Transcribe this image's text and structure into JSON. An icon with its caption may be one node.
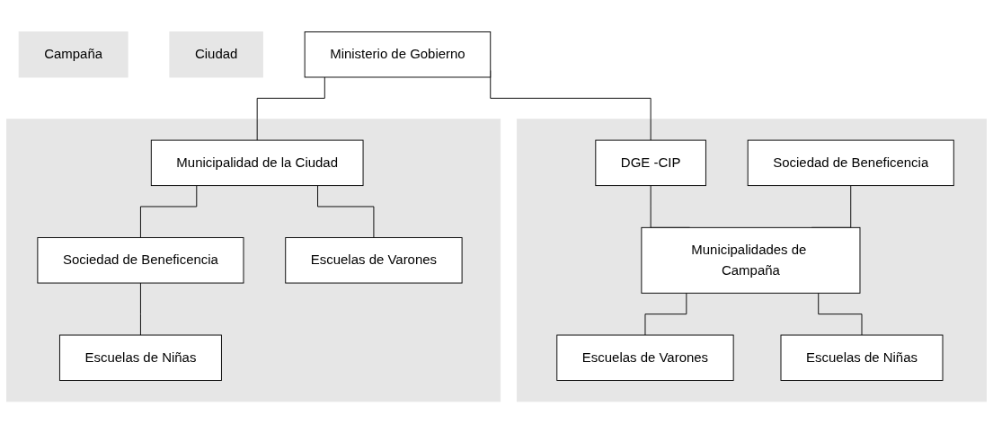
{
  "diagram": {
    "nodes": [
      {
        "text": [
          "Ministerio de Gobierno"
        ]
      },
      {
        "text": [
          "Ciudad"
        ]
      },
      {
        "text": [],
        "shape": "box"
      },
      {
        "text": [
          "Municipalidad de la Ciudad"
        ],
        "in": 2
      },
      {
        "text": [
          "Sociedad de Beneficencia"
        ],
        "in": 2
      },
      {
        "text": [
          "Escuelas de Varones"
        ],
        "in": 2
      },
      {
        "text": [
          "Escuelas de Niñas"
        ],
        "in": 2
      },
      {
        "text": [],
        "shape": "box"
      },
      {
        "text": [
          "DGE -CIP"
        ],
        "in": 7
      },
      {
        "text": [
          "Sociedad de Beneficencia"
        ],
        "in": 7
      },
      {
        "text": [
          "Municipalidades de Campaña"
        ],
        "in": 7
      },
      {
        "text": [
          "Escuelas de Varones"
        ],
        "in": 7
      },
      {
        "text": [
          "Escuelas de Niñas"
        ],
        "in": 7
      },
      {
        "text": [
          "Campaña"
        ]
      }
    ],
    "edges": [
      {
        "from": 0,
        "to": 3,
        "arrow": "none"
      },
      {
        "from": 0,
        "to": 8,
        "arrow": "none"
      },
      {
        "from": 3,
        "to": 5,
        "arrow": "none"
      },
      {
        "from": 3,
        "to": 4,
        "arrow": "none"
      },
      {
        "from": 4,
        "to": 6,
        "arrow": "none"
      },
      {
        "from": 8,
        "to": 10,
        "arrow": "none"
      },
      {
        "from": 9,
        "to": 10,
        "arrow": "none"
      },
      {
        "from": 10,
        "to": 11,
        "arrow": "none"
      },
      {
        "from": 10,
        "to": 12,
        "arrow": "none"
      }
    ]
  }
}
